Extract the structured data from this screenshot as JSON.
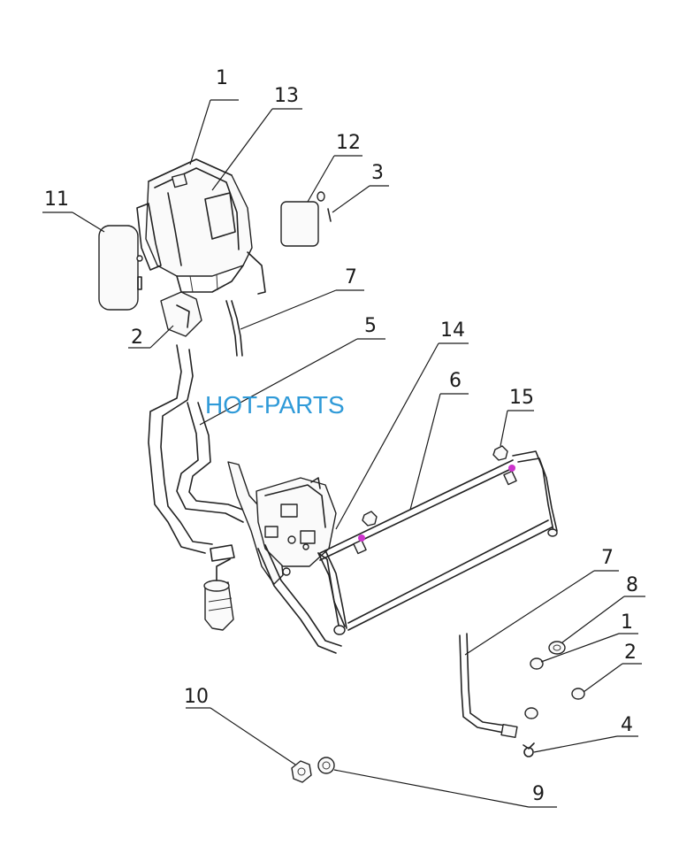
{
  "watermark": {
    "text": "HOT-PARTS",
    "color": "#2f9ad8"
  },
  "accent_dot_color": "#cc33cc",
  "callouts": [
    {
      "id": "c1a",
      "label": "1"
    },
    {
      "id": "c13",
      "label": "13"
    },
    {
      "id": "c12",
      "label": "12"
    },
    {
      "id": "c3",
      "label": "3"
    },
    {
      "id": "c11",
      "label": "11"
    },
    {
      "id": "c7a",
      "label": "7"
    },
    {
      "id": "c2a",
      "label": "2"
    },
    {
      "id": "c5",
      "label": "5"
    },
    {
      "id": "c14",
      "label": "14"
    },
    {
      "id": "c6",
      "label": "6"
    },
    {
      "id": "c15",
      "label": "15"
    },
    {
      "id": "c7b",
      "label": "7"
    },
    {
      "id": "c8",
      "label": "8"
    },
    {
      "id": "c1b",
      "label": "1"
    },
    {
      "id": "c2b",
      "label": "2"
    },
    {
      "id": "c4",
      "label": "4"
    },
    {
      "id": "c10",
      "label": "10"
    },
    {
      "id": "c9",
      "label": "9"
    }
  ]
}
